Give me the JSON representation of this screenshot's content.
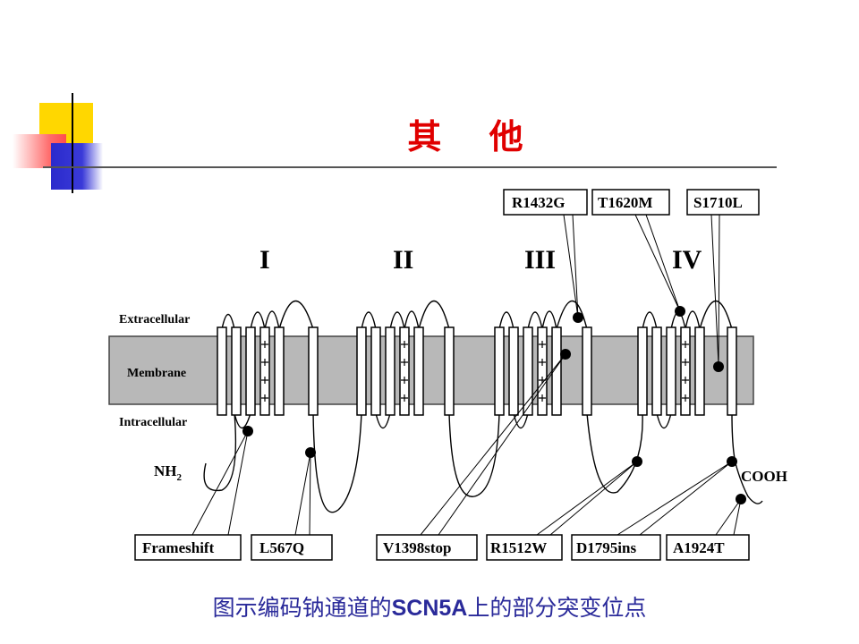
{
  "slide": {
    "title": "其 他",
    "caption_pre": "图示编码钠通道的",
    "caption_bold": "SCN5A",
    "caption_post": "上的部分突变位点"
  },
  "diagram": {
    "domains": [
      "I",
      "II",
      "III",
      "IV"
    ],
    "layers": {
      "extracellular": "Extracellular",
      "membrane": "Membrane",
      "intracellular": "Intracellular"
    },
    "nh2": "NH",
    "nh2_sub": "2",
    "cooh": "COOH",
    "mutations_top": [
      "R1432G",
      "T1620M",
      "S1710L"
    ],
    "mutations_bottom": [
      "Frameshift",
      "L567Q",
      "V1398stop",
      "R1512W",
      "D1795ins",
      "A1924T"
    ]
  }
}
